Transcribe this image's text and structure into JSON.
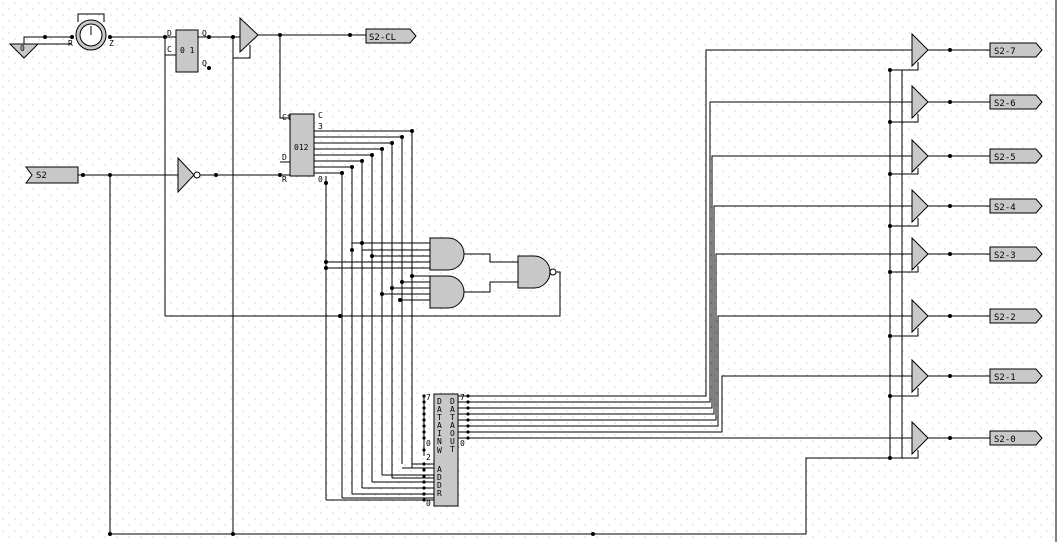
{
  "input_pins": {
    "const_zero": "0",
    "s2": "S2"
  },
  "clock": {
    "reset_label": "R",
    "out_label": "Z"
  },
  "dff": {
    "d": "D",
    "c": "C",
    "q": "Q",
    "qn": "Q",
    "body": "0 1"
  },
  "counter": {
    "ct": "Ct",
    "c": "C",
    "d": "D",
    "r": "R",
    "three": "3",
    "zero": "0",
    "body": "012"
  },
  "outputs": {
    "clk": "S2-CL",
    "bits": [
      "S2-7",
      "S2-6",
      "S2-5",
      "S2-4",
      "S2-3",
      "S2-2",
      "S2-1",
      "S2-0"
    ]
  },
  "ram": {
    "data_in": [
      "D",
      "A",
      "T",
      "A",
      "I",
      "N"
    ],
    "data_out": [
      "D",
      "A",
      "T",
      "A",
      "O",
      "U",
      "T"
    ],
    "addr": [
      "A",
      "D",
      "D",
      "R"
    ],
    "w": "W",
    "in_hi": "7",
    "in_lo": "0",
    "out_hi": "7",
    "out_lo": "0",
    "addr_hi": "2",
    "addr_lo": "0"
  }
}
